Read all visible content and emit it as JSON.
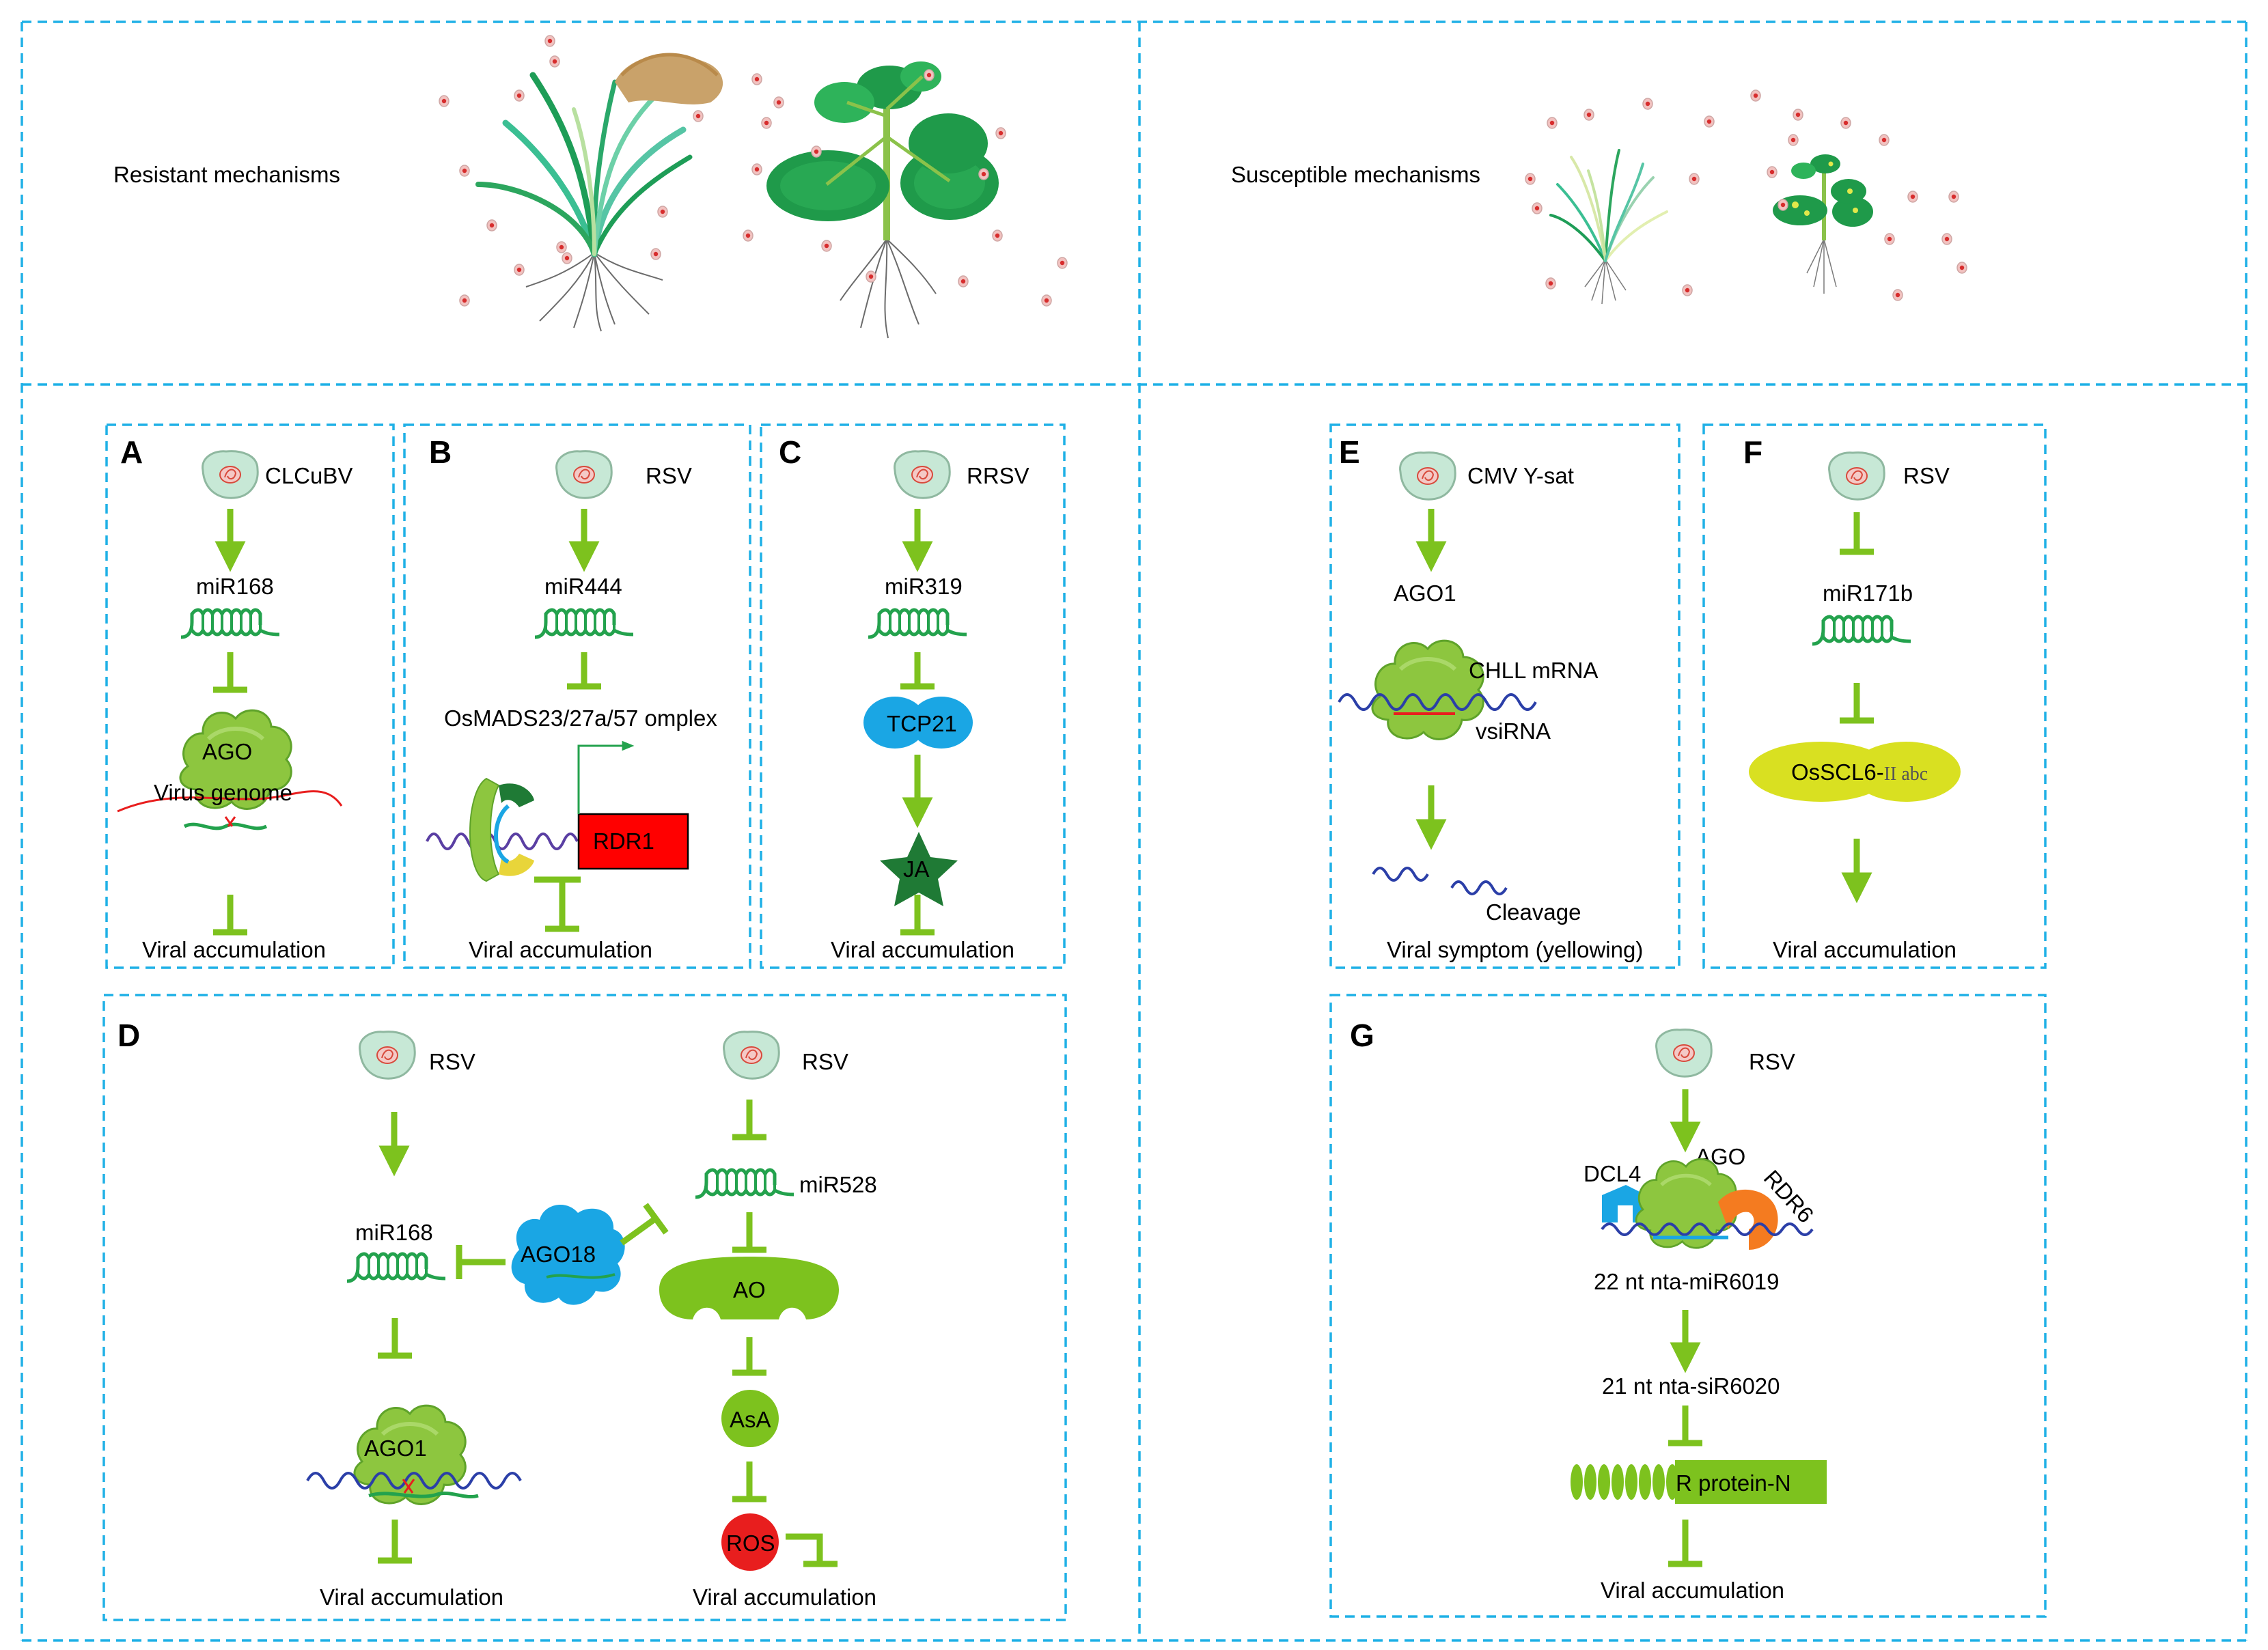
{
  "colors": {
    "border": "#1fb0e6",
    "arrow": "#7dc21e",
    "rna": "#23a24d",
    "blue_protein": "#1aa6e4",
    "red": "#e81e1e",
    "dark_green": "#1f7a35"
  },
  "top": {
    "resistant_label": "Resistant mechanisms",
    "susceptible_label": "Susceptible mechanisms"
  },
  "panels": {
    "A": {
      "letter": "A",
      "virus": "CLCuBV",
      "mirna": "miR168",
      "protein": "AGO",
      "target": "Virus genome",
      "outcome": "Viral accumulation"
    },
    "B": {
      "letter": "B",
      "virus": "RSV",
      "mirna": "miR444",
      "complex": "OsMADS23/27a/57 omplex",
      "gene": "RDR1",
      "outcome": "Viral accumulation"
    },
    "C": {
      "letter": "C",
      "virus": "RRSV",
      "mirna": "miR319",
      "protein": "TCP21",
      "hormone": "JA",
      "outcome": "Viral accumulation"
    },
    "D": {
      "letter": "D",
      "virus_left": "RSV",
      "virus_right": "RSV",
      "mirna_left": "miR168",
      "ago18": "AGO18",
      "ago1": "AGO1",
      "mirna_right": "miR528",
      "ao": "AO",
      "asa": "AsA",
      "ros": "ROS",
      "outcome_left": "Viral accumulation",
      "outcome_right": "Viral accumulation"
    },
    "E": {
      "letter": "E",
      "virus": "CMV Y-sat",
      "protein": "AGO1",
      "mrna": "CHLL mRNA",
      "vsirna": "vsiRNA",
      "cleavage": "Cleavage",
      "outcome": "Viral symptom (yellowing)"
    },
    "F": {
      "letter": "F",
      "virus": "RSV",
      "mirna": "miR171b",
      "target_main": "OsSCL6-",
      "target_suffix": "II abc",
      "outcome": "Viral accumulation"
    },
    "G": {
      "letter": "G",
      "virus": "RSV",
      "dcl4": "DCL4",
      "ago": "AGO",
      "rdr6": "RDR6",
      "mirna": "22 nt nta-miR6019",
      "sirna": "21 nt nta-siR6020",
      "rprotein": "R protein-N",
      "outcome": "Viral accumulation"
    }
  }
}
